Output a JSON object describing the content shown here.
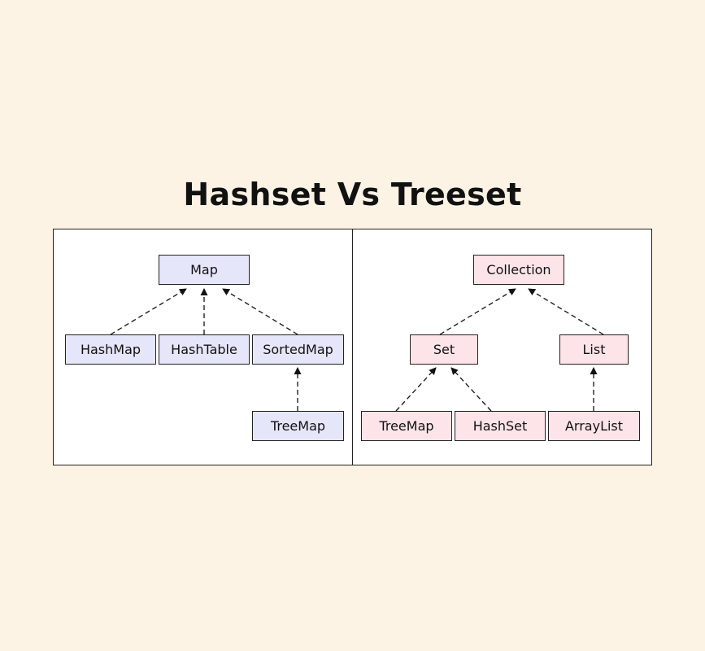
{
  "title": "Hashset Vs Treeset",
  "colors": {
    "background": "#fdf3e5",
    "map_node_fill": "#e6e6fa",
    "collection_node_fill": "#fde4e8",
    "stroke": "#222222"
  },
  "left_diagram": {
    "root": "Map",
    "children": [
      "HashMap",
      "HashTable",
      "SortedMap"
    ],
    "grandchild": "TreeMap"
  },
  "right_diagram": {
    "root": "Collection",
    "children": [
      "Set",
      "List"
    ],
    "set_children": [
      "TreeMap",
      "HashSet"
    ],
    "list_children": [
      "ArrayList"
    ]
  }
}
